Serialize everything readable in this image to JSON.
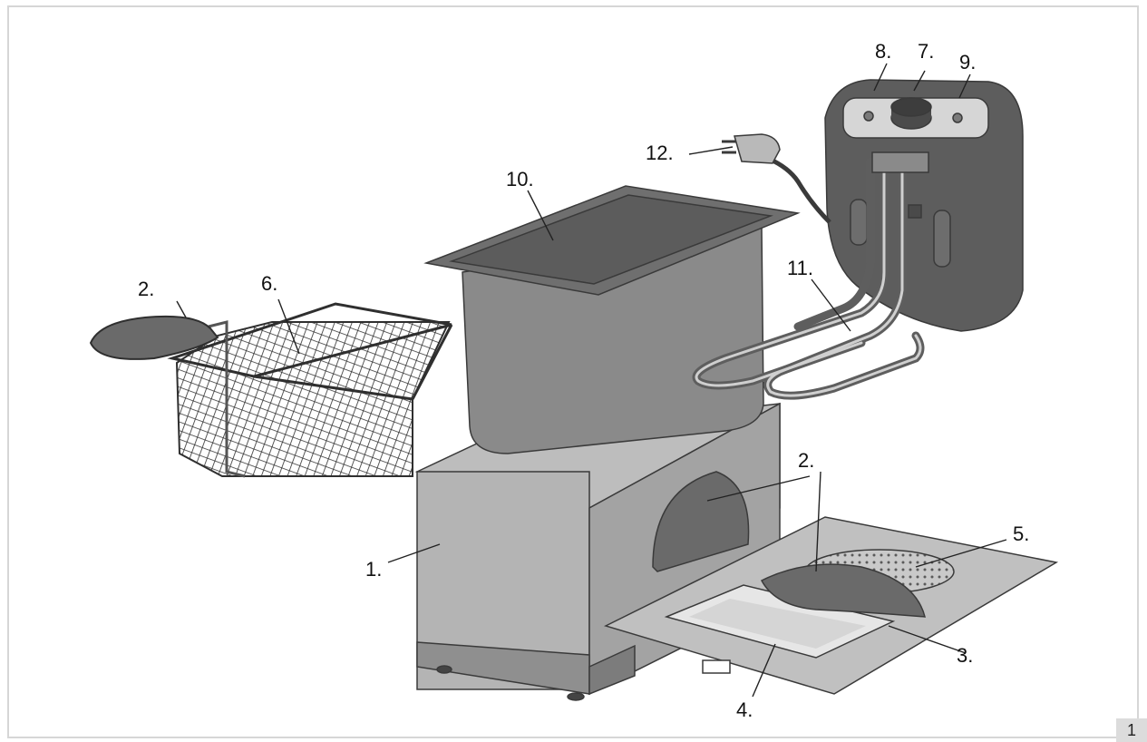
{
  "figure": {
    "page_number": "1",
    "callouts": [
      {
        "id": "c1",
        "label": "1."
      },
      {
        "id": "c2a",
        "label": "2."
      },
      {
        "id": "c2b",
        "label": "2."
      },
      {
        "id": "c2c",
        "label": "2."
      },
      {
        "id": "c3",
        "label": "3."
      },
      {
        "id": "c4",
        "label": "4."
      },
      {
        "id": "c5",
        "label": "5."
      },
      {
        "id": "c6",
        "label": "6."
      },
      {
        "id": "c7",
        "label": "7."
      },
      {
        "id": "c8",
        "label": "8."
      },
      {
        "id": "c9",
        "label": "9."
      },
      {
        "id": "c10",
        "label": "10."
      },
      {
        "id": "c11",
        "label": "11."
      },
      {
        "id": "c12",
        "label": "12."
      }
    ],
    "colors": {
      "dark": "#5b5b5b",
      "medium": "#8d8d8d",
      "light": "#b3b3b3",
      "lighter": "#c9c9c9",
      "outline": "#3a3a3a"
    }
  }
}
